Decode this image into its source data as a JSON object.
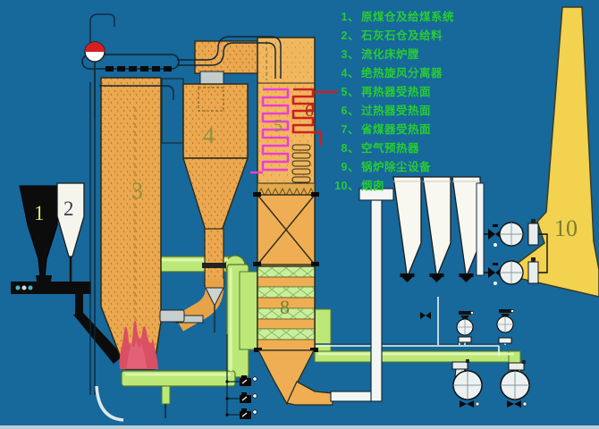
{
  "legend": {
    "items": [
      {
        "num": "1、",
        "text": "原煤仓及给煤系统"
      },
      {
        "num": "2、",
        "text": "石灰石仓及给料"
      },
      {
        "num": "3、",
        "text": "流化床炉膛"
      },
      {
        "num": "4、",
        "text": "绝热旋风分离器"
      },
      {
        "num": "5、",
        "text": "再热器受热面"
      },
      {
        "num": "6、",
        "text": "过热器受热面"
      },
      {
        "num": "7、",
        "text": "省煤器受热面"
      },
      {
        "num": "8、",
        "text": "空气预热器"
      },
      {
        "num": "9、",
        "text": "锅炉除尘设备"
      },
      {
        "num": "10、",
        "text": "烟囱"
      }
    ]
  },
  "equipment_labels": {
    "coal_bunker": "1",
    "limestone_bunker": "2",
    "furnace": "3",
    "cyclone": "4",
    "reheater_coil": "5",
    "superheater_coil": "6",
    "air_preheater": "8",
    "chimney": "10"
  },
  "colors": {
    "background": "#17689b",
    "legend_text": "#28cc32",
    "furnace_orange": "#eca850",
    "backpass_orange": "#f1b75e",
    "chimney_yellow": "#f2d24f",
    "duct_green": "#bce878",
    "reheater_coil_pink": "#e93fd7",
    "superheater_coil_red": "#cc2020",
    "flame_red": "#d94f63"
  }
}
